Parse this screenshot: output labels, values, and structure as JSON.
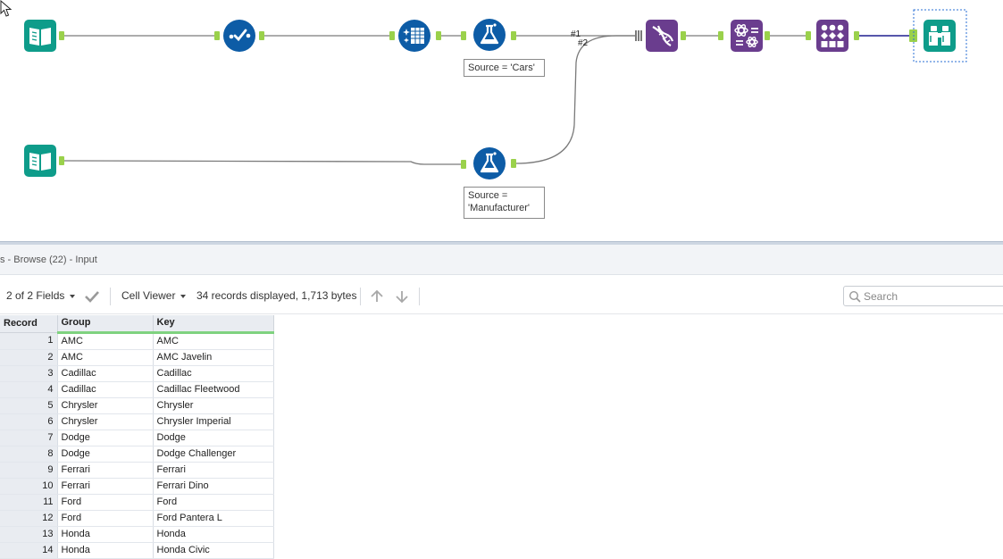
{
  "canvas": {
    "annotations": {
      "filter_cars": "Source = 'Cars'",
      "filter_manufacturer": "Source =\n'Manufacturer'"
    },
    "connection_labels": {
      "first": "#1",
      "second": "#2"
    },
    "colors": {
      "teal": "#0e9c8a",
      "blue": "#0d5ca6",
      "purple": "#6a3d8e",
      "navy": "#1f1f8f",
      "anchor": "#9ad14b"
    }
  },
  "results": {
    "title": "s - Browse (22) - Input",
    "toolbar": {
      "fields": "2 of 2 Fields",
      "viewer": "Cell Viewer",
      "records": "34 records displayed, 1,713 bytes",
      "search_placeholder": "Search"
    },
    "columns": [
      "Record",
      "Group",
      "Key"
    ],
    "rows": [
      [
        "1",
        "AMC",
        "AMC"
      ],
      [
        "2",
        "AMC",
        "AMC Javelin"
      ],
      [
        "3",
        "Cadillac",
        "Cadillac"
      ],
      [
        "4",
        "Cadillac",
        "Cadillac Fleetwood"
      ],
      [
        "5",
        "Chrysler",
        "Chrysler"
      ],
      [
        "6",
        "Chrysler",
        "Chrysler Imperial"
      ],
      [
        "7",
        "Dodge",
        "Dodge"
      ],
      [
        "8",
        "Dodge",
        "Dodge Challenger"
      ],
      [
        "9",
        "Ferrari",
        "Ferrari"
      ],
      [
        "10",
        "Ferrari",
        "Ferrari Dino"
      ],
      [
        "11",
        "Ford",
        "Ford"
      ],
      [
        "12",
        "Ford",
        "Ford Pantera L"
      ],
      [
        "13",
        "Honda",
        "Honda"
      ],
      [
        "14",
        "Honda",
        "Honda Civic"
      ]
    ]
  }
}
